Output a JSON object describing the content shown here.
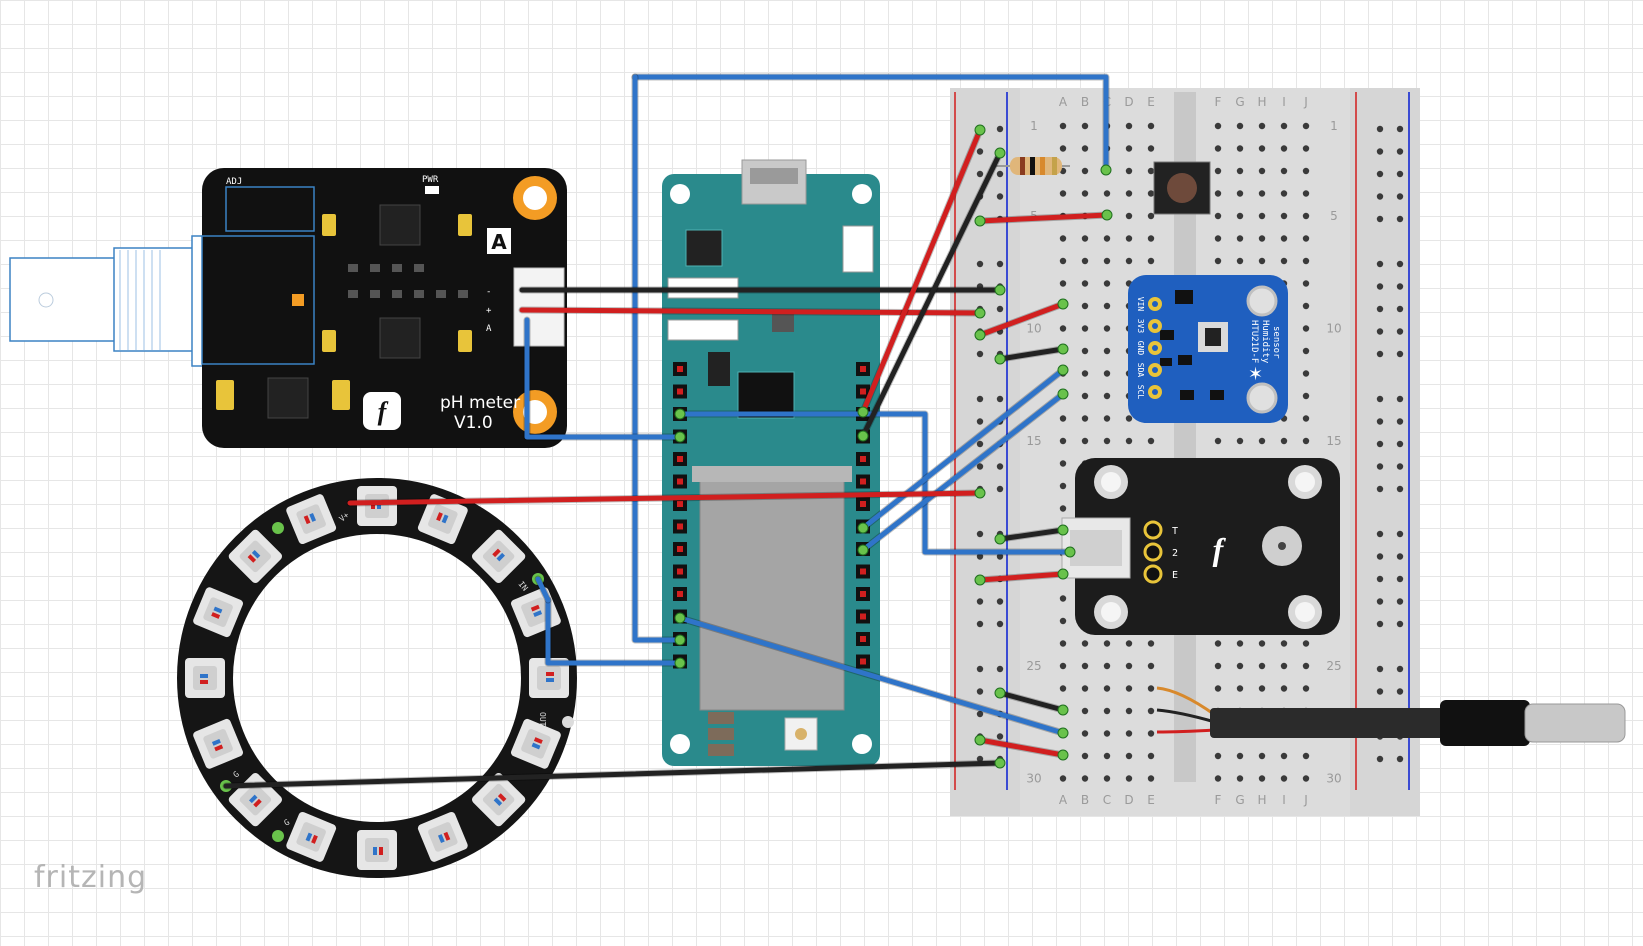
{
  "brand": "fritzing",
  "breadboard": {
    "columns": [
      "A",
      "B",
      "C",
      "D",
      "E",
      "F",
      "G",
      "H",
      "I",
      "J"
    ],
    "row_numbers": [
      "1",
      "5",
      "10",
      "15",
      "25",
      "30"
    ]
  },
  "ph_module": {
    "title_line1": "pH meter",
    "title_line2": "V1.0",
    "label_adj": "ADJ",
    "label_pwr": "PWR",
    "label_a": "A",
    "pin_labels": [
      "-",
      "+",
      "A"
    ]
  },
  "htu_module": {
    "pin_labels": [
      "VIN",
      "3V3",
      "GND",
      "SDA",
      "SCL"
    ],
    "title": "HTU21D-F",
    "subtitle": "Humidity",
    "subtitle2": "sensor"
  },
  "temp_module": {
    "pin_labels": [
      "T",
      "2",
      "E"
    ]
  },
  "ring": {
    "pin_labels": [
      "V+",
      "IN",
      "OUT",
      "G",
      "G"
    ]
  },
  "colors": {
    "wire_blue": "#2f74c9",
    "wire_red": "#d11f1f",
    "wire_black": "#222222",
    "board_teal": "#2a8a8c",
    "module_black": "#1a1a1a",
    "orange": "#f39c24",
    "htu_blue": "#1f5fbf"
  }
}
